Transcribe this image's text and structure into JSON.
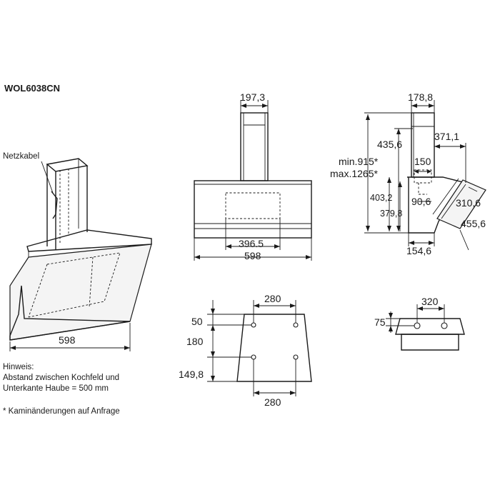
{
  "model": "WOL6038CN",
  "side_view_label": "Netzkabel",
  "note_lines": [
    "Hinweis:",
    "Abstand zwischen Kochfeld und",
    "Unterkante Haube = 500 mm"
  ],
  "footnote": "* Kaminänderungen auf Anfrage",
  "dimensions": {
    "perspective_width": "598",
    "front_chimney_width": "197,3",
    "front_inner_width": "396.5",
    "front_width": "598",
    "side_chimney_depth": "178,8",
    "side_hood_depth": "371,1",
    "side_chimney_offset": "435,6",
    "side_height_min": "min.915*",
    "side_height_max": "max.1265*",
    "side_outlet": "150",
    "side_h1": "403,2",
    "side_h2": "379,8",
    "side_outlet_offset": "90,6",
    "side_glass_1": "310,6",
    "side_glass_2": "455,6",
    "side_bottom_depth": "154,6",
    "mount_top_spacing": "280",
    "mount_top_offset": "50",
    "mount_vertical": "180",
    "mount_bottom": "149,8",
    "mount_bottom_spacing": "280",
    "top_spacing": "320",
    "top_offset": "75"
  }
}
